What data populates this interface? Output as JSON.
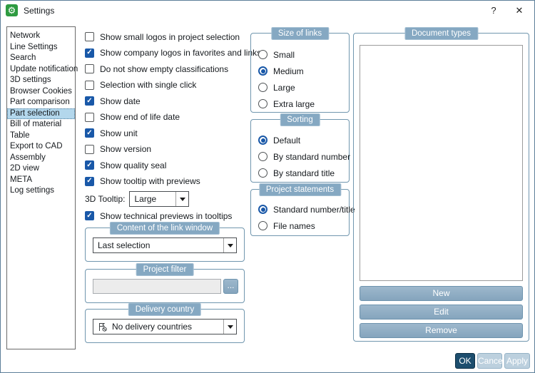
{
  "window": {
    "title": "Settings",
    "help_label": "?",
    "close_label": "✕"
  },
  "colors": {
    "accent_blue": "#1958a8",
    "group_header": "#85a8c2",
    "ok_button": "#1d4e6e",
    "selected_sidebar_item": "#b3d7ec",
    "app_icon_green": "#2e9b41"
  },
  "sidebar": {
    "items": [
      {
        "label": "Network",
        "selected": false
      },
      {
        "label": "Line Settings",
        "selected": false
      },
      {
        "label": "Search",
        "selected": false
      },
      {
        "label": "Update notification",
        "selected": false
      },
      {
        "label": "3D settings",
        "selected": false
      },
      {
        "label": "Browser Cookies",
        "selected": false
      },
      {
        "label": "Part comparison",
        "selected": false
      },
      {
        "label": "Part selection",
        "selected": true
      },
      {
        "label": "Bill of material",
        "selected": false
      },
      {
        "label": "Table",
        "selected": false
      },
      {
        "label": "Export to CAD",
        "selected": false
      },
      {
        "label": "Assembly",
        "selected": false
      },
      {
        "label": "2D view",
        "selected": false
      },
      {
        "label": "META",
        "selected": false
      },
      {
        "label": "Log settings",
        "selected": false
      }
    ]
  },
  "checkboxes": [
    {
      "label": "Show small logos in project selection",
      "checked": false
    },
    {
      "label": "Show company logos in favorites and links",
      "checked": true
    },
    {
      "label": "Do not show empty classifications",
      "checked": false
    },
    {
      "label": "Selection with single click",
      "checked": false
    },
    {
      "label": "Show date",
      "checked": true
    },
    {
      "label": "Show end of life date",
      "checked": false
    },
    {
      "label": "Show unit",
      "checked": true
    },
    {
      "label": "Show version",
      "checked": false
    },
    {
      "label": "Show quality seal",
      "checked": true
    },
    {
      "label": "Show tooltip with previews",
      "checked": true
    },
    {
      "label": "Show technical previews in tooltips",
      "checked": true
    }
  ],
  "tooltip_3d": {
    "label": "3D Tooltip:",
    "value": "Large"
  },
  "link_window": {
    "title": "Content of the link window",
    "value": "Last selection"
  },
  "project_filter": {
    "title": "Project filter",
    "value": "",
    "browse_label": "..."
  },
  "delivery_country": {
    "title": "Delivery country",
    "value": "No delivery countries"
  },
  "size_of_links": {
    "title": "Size of links",
    "options": [
      {
        "label": "Small",
        "selected": false
      },
      {
        "label": "Medium",
        "selected": true
      },
      {
        "label": "Large",
        "selected": false
      },
      {
        "label": "Extra large",
        "selected": false
      }
    ]
  },
  "sorting": {
    "title": "Sorting",
    "options": [
      {
        "label": "Default",
        "selected": true
      },
      {
        "label": "By standard number",
        "selected": false
      },
      {
        "label": "By standard title",
        "selected": false
      }
    ]
  },
  "project_statements": {
    "title": "Project statements",
    "options": [
      {
        "label": "Standard number/title",
        "selected": true
      },
      {
        "label": "File names",
        "selected": false
      }
    ]
  },
  "document_types": {
    "title": "Document types",
    "items": [],
    "buttons": {
      "new": "New",
      "edit": "Edit",
      "remove": "Remove"
    }
  },
  "footer": {
    "ok": "OK",
    "cancel": "Cancel",
    "apply": "Apply"
  }
}
